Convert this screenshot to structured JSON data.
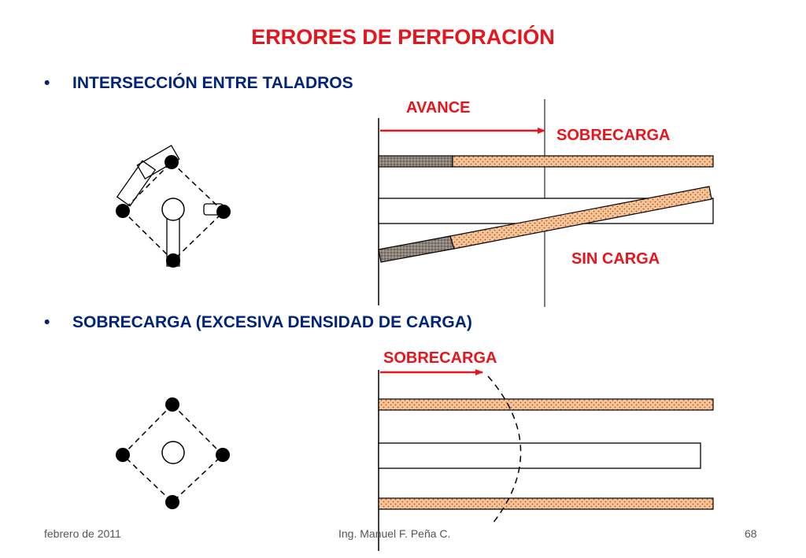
{
  "slide": {
    "title": "ERRORES DE PERFORACIÓN",
    "bullet_symbol": "•",
    "bullet1": "INTERSECCIÓN ENTRE TALADROS",
    "bullet2": "SOBRECARGA (EXCESIVA DENSIDAD DE CARGA)"
  },
  "diagram1": {
    "label_avance": "AVANCE",
    "label_sobrecarga": "SOBRECARGA",
    "label_sin_carga": "SIN CARGA"
  },
  "diagram2": {
    "label_sobrecarga": "SOBRECARGA"
  },
  "footer": {
    "date": "febrero de 2011",
    "author": "Ing. Manuel F. Peña C.",
    "page": "68"
  },
  "colors": {
    "title": "#e8141c",
    "bullet_text": "#00247a",
    "arrow": "#e8141c",
    "charge_fill": "#f3c79a",
    "charge_dots": "#c24a1a",
    "stemming_fill": "#8a8178"
  }
}
